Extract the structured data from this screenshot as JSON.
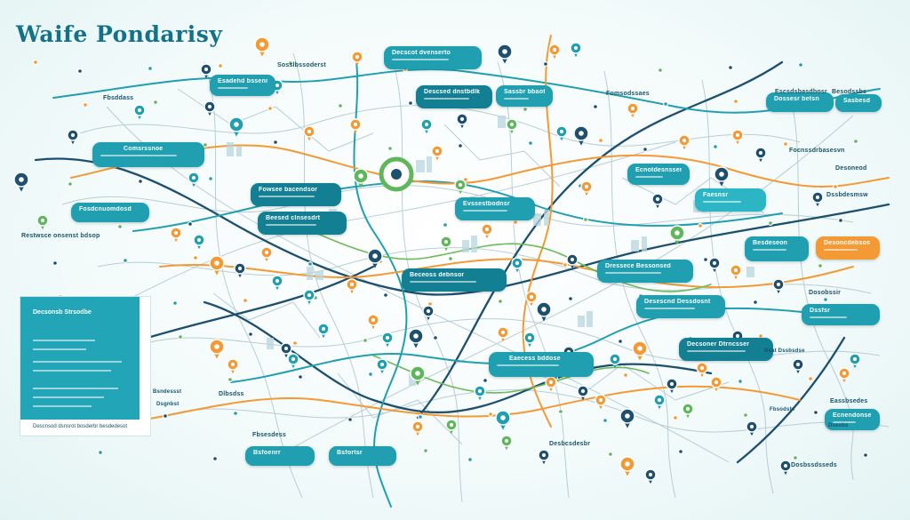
{
  "title": "Waife Pondarisy",
  "colors": {
    "teal": "#1f9fb0",
    "teal_dark": "#127f93",
    "navy": "#1d4f6e",
    "orange": "#f39a34",
    "green": "#5eb85b",
    "route_grey": "#9fb7c0"
  },
  "cards": {
    "c01": "Decscot dvenserto",
    "c02": "Esadehd bssenr",
    "c03": "Descsed dnstbdlk",
    "c04": "Sassbr bbaot",
    "c05": "Comsrssnoe",
    "c06": "Fowsee bacendsor",
    "c07": "Beesed clnsesdrt",
    "c08": "Fosdcnuomdosd",
    "c09": "Evssestbodnsr",
    "c10": "Ecnotdesnssent",
    "c11": "Faesnsr",
    "c12": "Beceoss debnsor",
    "c13": "Dressece Bessonsed",
    "c14": "Desescnd Dessdosnt",
    "c15": "Decsoner Dtrncsser",
    "c16": "Eaecess bddose",
    "c17": "Dossesr betsn",
    "c18": "Sasbesd",
    "c19": "Desoncdebsos",
    "c20": "Besdeseon",
    "c21": "Dssfsr",
    "c22": "Ecnendonsebsr",
    "c23": "Bsfoenrr",
    "c24": "Bsfortsr"
  },
  "labels": {
    "l01": "Fomsodssaes",
    "l02": "Escsdsbasdbosr",
    "l03": "Focnssdrbasesvn",
    "l04": "Desoneod",
    "l05": "Dssbdesmsw",
    "l06": "Restwsce onsenst bdsop",
    "l07": "Fbsddass",
    "l08": "Sosslbssoderst",
    "l09": "Fbsesdess",
    "l10": "Dlbsdss",
    "l11": "Bsndessst",
    "l12": "Dsgnbst",
    "l13": "Dosobssir",
    "l14": "Eassbsedes",
    "l15": "Fbsodsbr",
    "l16": "Dsesbs",
    "l17": "Dosbssdsseds",
    "l18": "Besodssbs",
    "l19": "Desbcsdesbr",
    "l20": "Beat Dssbsdse"
  },
  "sidebar": {
    "title": "Decsonsb Strsodbe",
    "footer": "Descnsod dsnsrot bosderbr besdedesot"
  }
}
